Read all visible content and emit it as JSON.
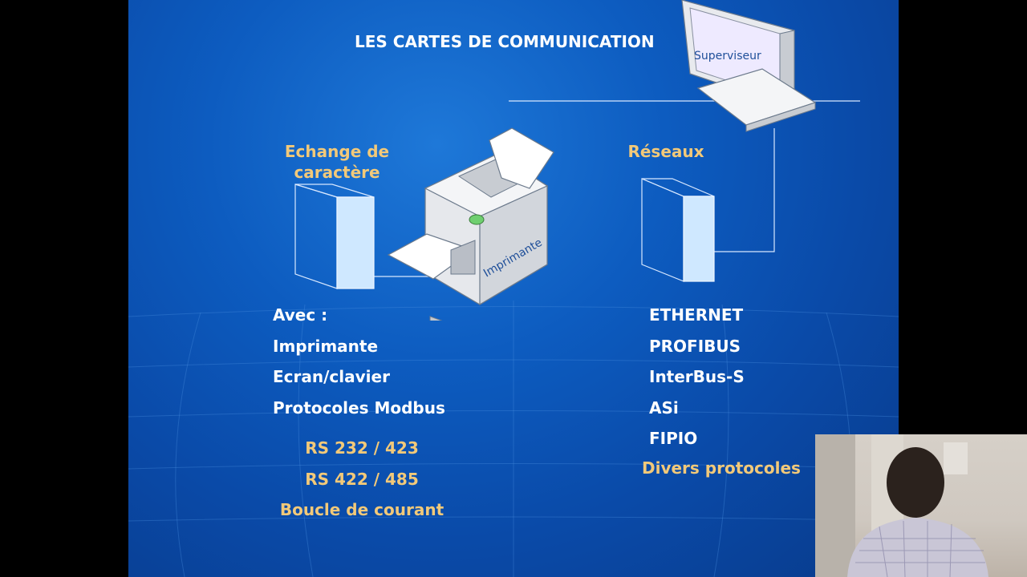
{
  "slide": {
    "title": "LES CARTES DE COMMUNICATION",
    "left_header": [
      "Echange de",
      "caractère"
    ],
    "right_header": "Réseaux",
    "printer_label": "Imprimante",
    "monitor_label": "Superviseur",
    "left_list": [
      "Avec :",
      "Imprimante",
      "Ecran/clavier",
      "Protocoles Modbus"
    ],
    "left_protocols": [
      "RS 232 / 423",
      "RS 422 / 485",
      "Boucle de courant"
    ],
    "right_list": [
      "ETHERNET",
      "PROFIBUS",
      "InterBus-S",
      "ASi",
      "FIPIO"
    ],
    "right_extra": "Divers protocoles"
  },
  "colors": {
    "background": "#0d5cc0",
    "accent_text": "#f2c979",
    "body_text": "#ffffff"
  }
}
